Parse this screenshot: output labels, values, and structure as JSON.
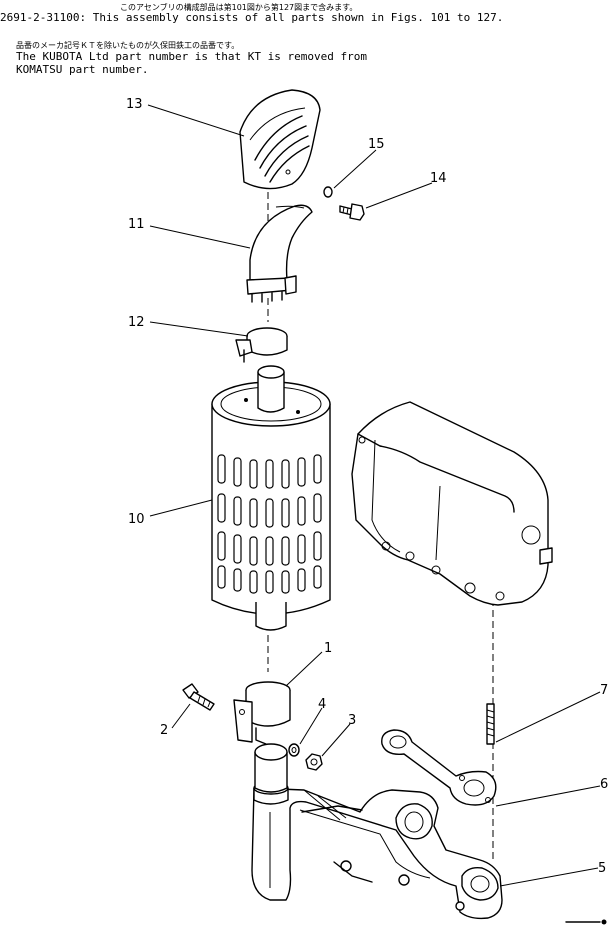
{
  "header": {
    "jp_line_1": "このアセンブリの構成部品は第101図から第127図まで含みます。",
    "assembly_note": "2691-2-31100: This assembly consists of all parts shown in Figs. 101 to 127.",
    "jp_line_2": "品番のメーカ記号ＫＴを除いたものが久保田鉄工の品番です。",
    "kubota_note_1": "The KUBOTA Ltd part number is that KT is removed from",
    "kubota_note_2": "KOMATSU part number."
  },
  "callouts": {
    "c1": "1",
    "c2": "2",
    "c3": "3",
    "c4": "4",
    "c5": "5",
    "c6": "6",
    "c7": "7",
    "c10": "10",
    "c11": "11",
    "c12": "12",
    "c13": "13",
    "c14": "14",
    "c15": "15"
  }
}
